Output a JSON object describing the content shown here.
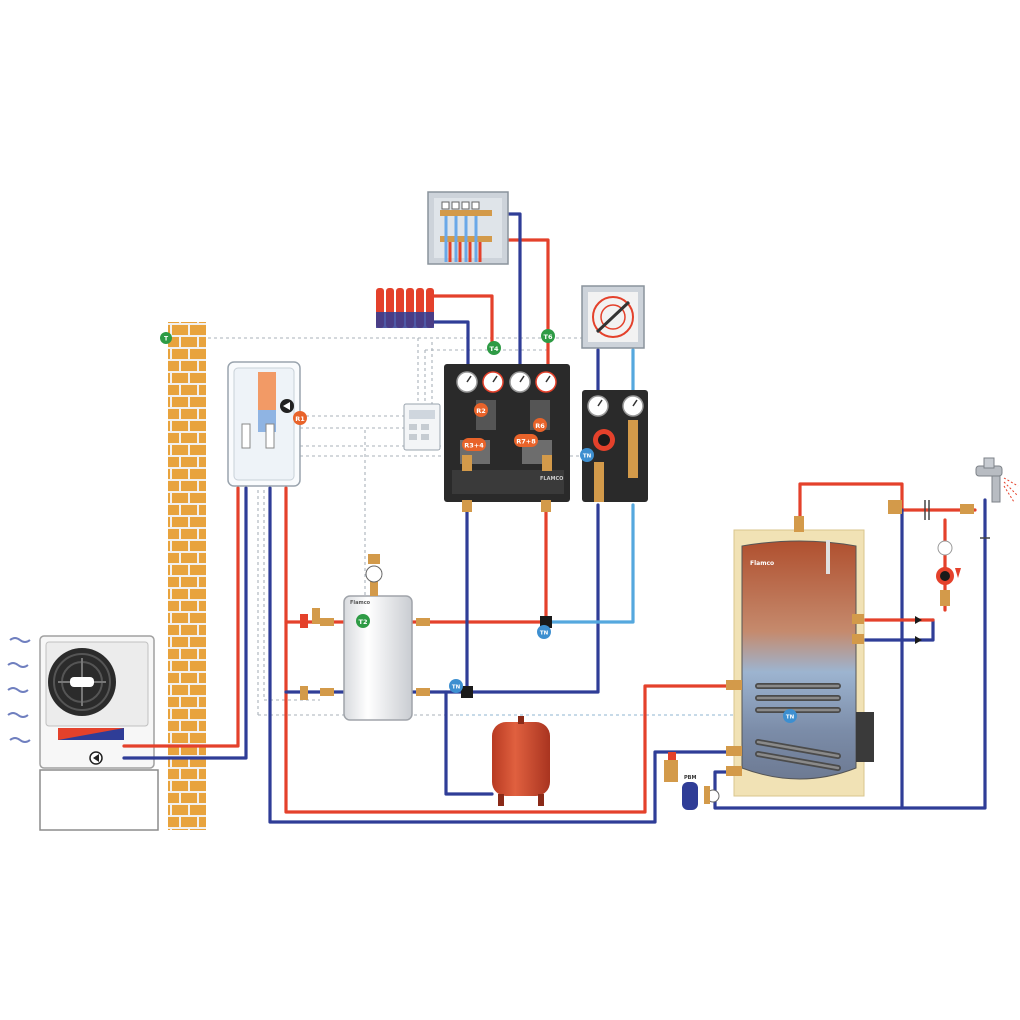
{
  "sensor_labels": {
    "t_outdoor": "T",
    "t2": "T2",
    "t4": "T4",
    "t6": "T6",
    "tn": "TN"
  },
  "relay_labels": {
    "r1": "R1",
    "r2": "R2",
    "r3_4": "R3+4",
    "r6": "R6",
    "r7_8": "R7+8"
  },
  "brand_labels": {
    "buffer_tank": "Flamco",
    "dhw_tank": "Flamco",
    "pump_group": "FLAMCO",
    "pbm": "PBM"
  },
  "colors": {
    "hot_pipe": "#e4412b",
    "cold_pipe": "#2f3d97",
    "dhw_cold_pipe": "#55a8de",
    "sensor_green": "#2e9b45",
    "sensor_blue": "#3d8fd0",
    "relay_orange": "#e8632a",
    "brick": "#e8a33d",
    "expansion_vessel": "#d4472a"
  },
  "icons": {
    "heat_pump": "heat-pump-icon",
    "fan": "fan-icon",
    "wall": "brick-wall-icon",
    "radiator": "radiator-icon",
    "manifold": "floor-heating-manifold-icon",
    "air_handler": "air-handler-icon",
    "controller": "controller-icon",
    "buffer": "buffer-tank-icon",
    "dhw": "dhw-cylinder-icon",
    "faucet": "faucet-icon",
    "expansion": "expansion-vessel-icon",
    "pump": "pump-icon",
    "gauge": "thermometer-gauge-icon"
  }
}
